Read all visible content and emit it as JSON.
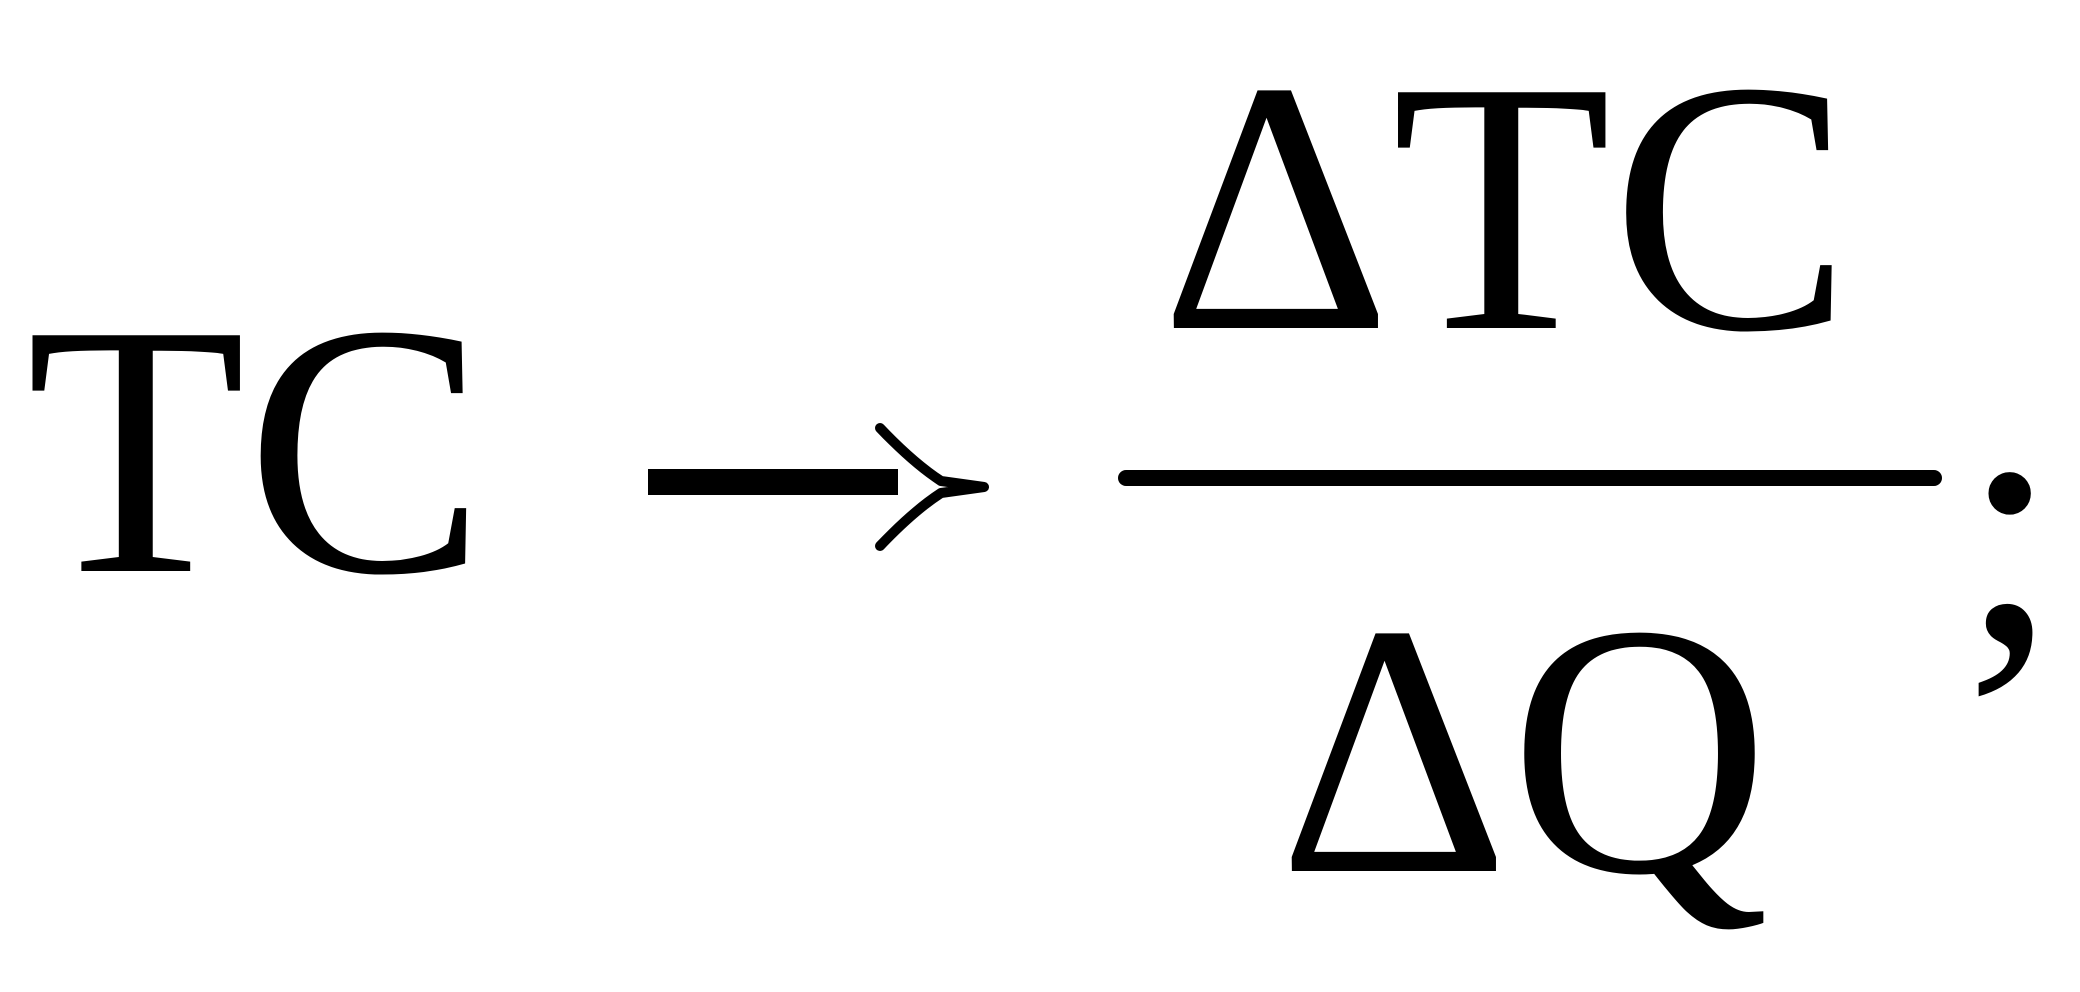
{
  "formula": {
    "lhs": "TC",
    "arrow": "→",
    "numerator": "ΔTC",
    "denominator": "ΔQ",
    "trailing_punctuation": ";"
  }
}
